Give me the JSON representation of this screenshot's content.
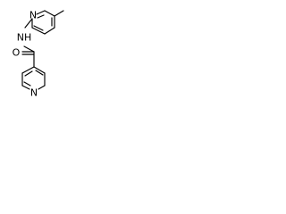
{
  "molecule": {
    "atoms": {
      "pyridine_top_n": "N",
      "amide_nh": "NH",
      "carbonyl_o": "O",
      "pyridine_bottom_n": "N"
    }
  }
}
